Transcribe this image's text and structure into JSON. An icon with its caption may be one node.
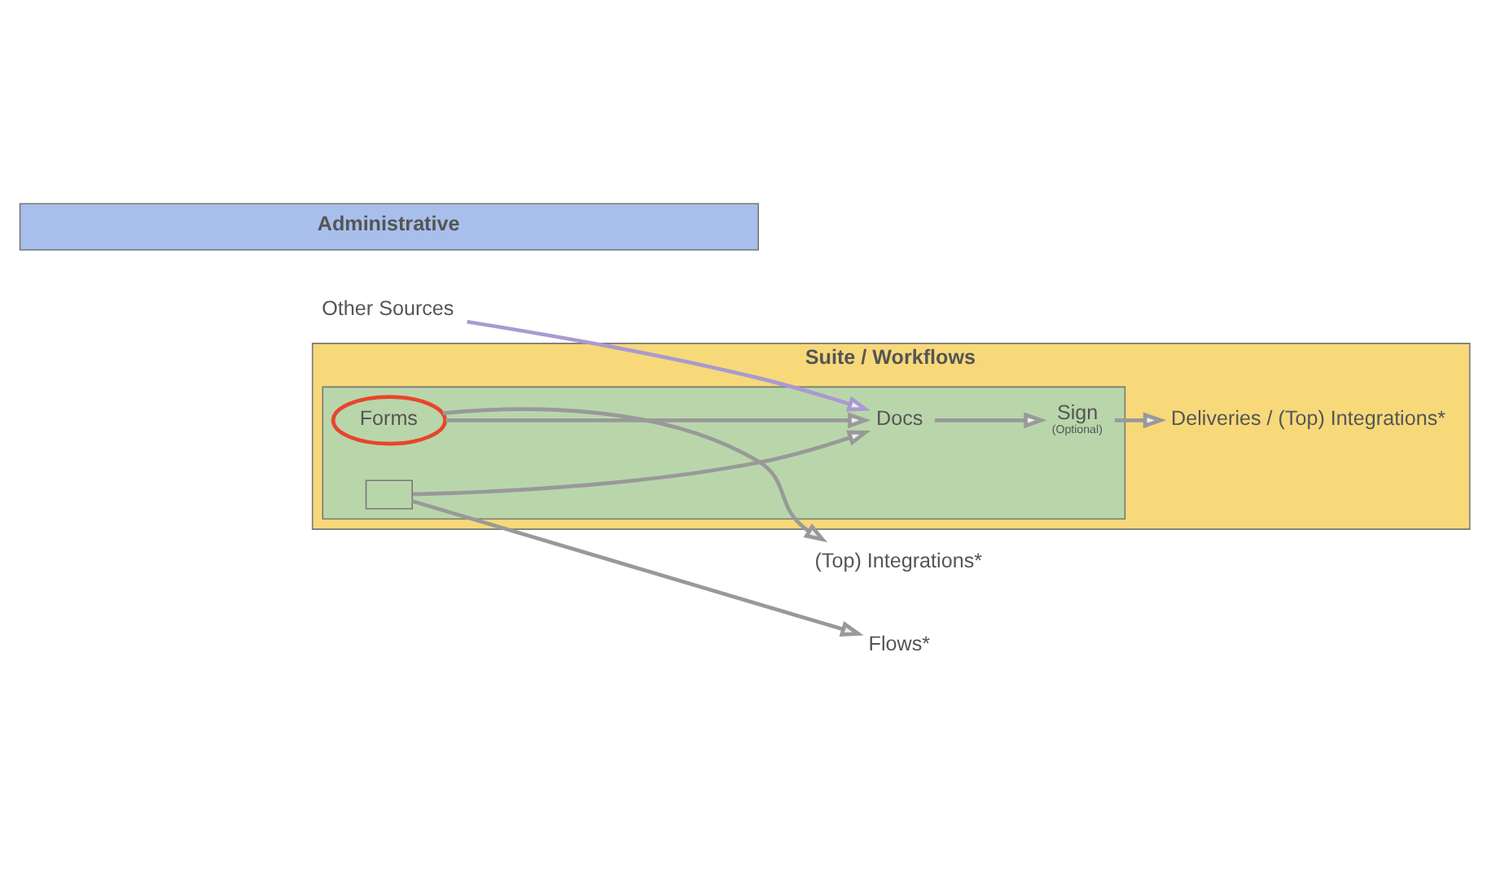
{
  "diagram": {
    "nodes": [
      {
        "text": [
          "Suite / Workflows"
        ]
      },
      {
        "text": [],
        "shape": "box",
        "in": 0
      },
      {
        "text": [
          "Forms"
        ],
        "in": 1
      },
      {
        "text": [],
        "shape": "box",
        "in": 1
      },
      {
        "text": [
          "Docs"
        ],
        "in": 1
      },
      {
        "text": [
          "Sign"
        ],
        "beside": [
          "(Optional)"
        ],
        "in": 1
      },
      {
        "text": [
          "Deliveries / (Top) Integrations*"
        ],
        "in": 0
      },
      {
        "text": [
          "Administrative"
        ]
      },
      {
        "text": [
          "(Top) Integrations*"
        ]
      },
      {
        "text": [
          "Other Sources"
        ]
      },
      {
        "text": [
          "Flows*"
        ]
      }
    ],
    "edges": [
      {
        "from": 2,
        "to": 8,
        "arrow": "to"
      },
      {
        "from": 9,
        "to": 4,
        "arrow": "to",
        "color": "#a99ad0"
      },
      {
        "from": 2,
        "to": 4,
        "arrow": "to"
      },
      {
        "from": 3,
        "to": 4,
        "arrow": "to"
      },
      {
        "from": 4,
        "to": 5,
        "arrow": "to"
      },
      {
        "from": 5,
        "to": 6,
        "arrow": "to"
      },
      {
        "from": 3,
        "to": 10,
        "arrow": "to"
      }
    ]
  }
}
